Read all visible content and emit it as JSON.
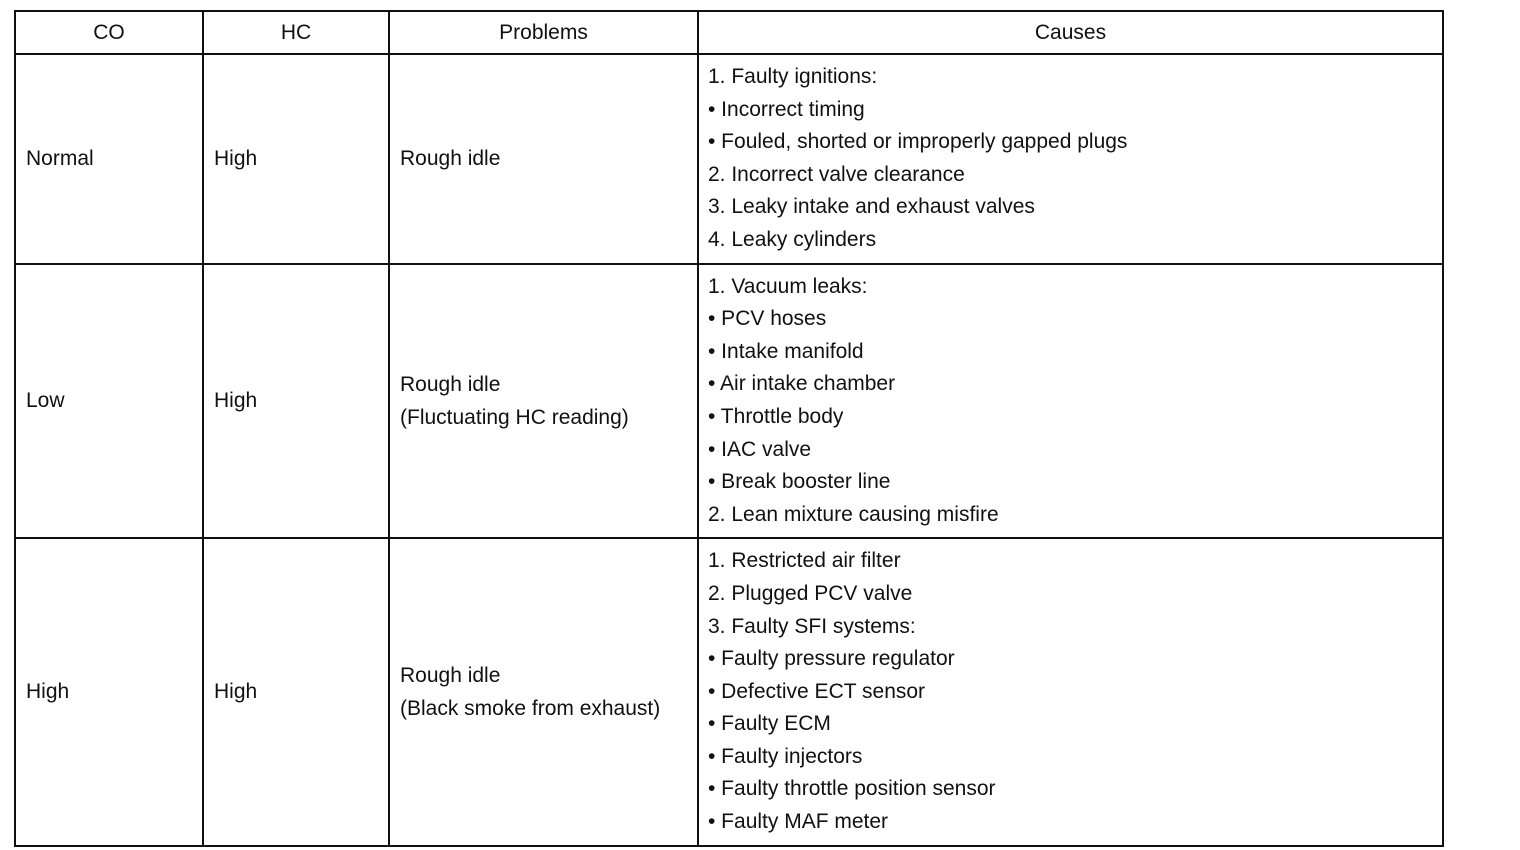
{
  "table": {
    "headers": [
      "CO",
      "HC",
      "Problems",
      "Causes"
    ],
    "rows": [
      {
        "co": "Normal",
        "hc": "High",
        "problems": [
          "Rough idle"
        ],
        "causes": [
          "1.  Faulty ignitions:",
          "• Incorrect timing",
          "• Fouled, shorted or improperly gapped plugs",
          "2.  Incorrect valve clearance",
          "3.  Leaky intake and exhaust valves",
          "4.  Leaky cylinders"
        ]
      },
      {
        "co": "Low",
        "hc": "High",
        "problems": [
          "Rough idle",
          "(Fluctuating HC reading)"
        ],
        "causes": [
          "1.  Vacuum leaks:",
          "• PCV hoses",
          "• Intake manifold",
          "• Air intake chamber",
          "• Throttle body",
          "• IAC valve",
          "• Break booster line",
          "2.  Lean mixture causing misfire"
        ]
      },
      {
        "co": "High",
        "hc": "High",
        "problems": [
          "Rough idle",
          "(Black smoke from exhaust)"
        ],
        "causes": [
          "1.  Restricted air filter",
          "2.  Plugged PCV valve",
          "3.  Faulty SFI systems:",
          "• Faulty pressure regulator",
          "• Defective ECT sensor",
          "• Faulty ECM",
          "• Faulty injectors",
          "• Faulty throttle position sensor",
          "• Faulty MAF meter"
        ]
      }
    ]
  }
}
